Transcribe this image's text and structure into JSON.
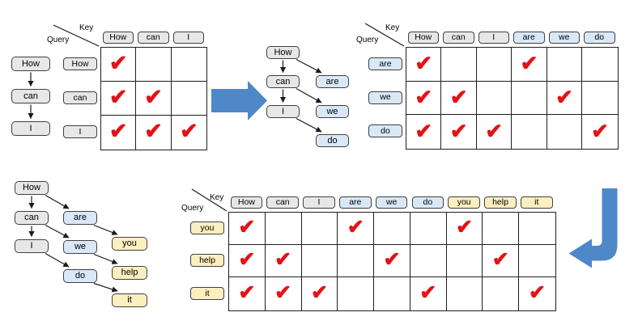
{
  "labels": {
    "key": "Key",
    "query": "Query",
    "check_icon": "✔"
  },
  "colors": {
    "token_gray_fill": "#e7e7e7",
    "token_blue_fill": "#d9e8f7",
    "token_yellow_fill": "#fdeec0",
    "token_border": "#404040",
    "grid_line": "#1f1f1f",
    "check_red": "#e31219",
    "flow_arrow_blue": "#4f88c9",
    "connector_black": "#1a1a1a"
  },
  "chains": [
    {
      "name": "prompt-chain",
      "nodes": [
        {
          "id": "c1-How",
          "label": "How",
          "type": "gray"
        },
        {
          "id": "c1-can",
          "label": "can",
          "type": "gray"
        },
        {
          "id": "c1-I",
          "label": "I",
          "type": "gray"
        }
      ],
      "edges": [
        [
          "c1-How",
          "c1-can"
        ],
        [
          "c1-can",
          "c1-I"
        ]
      ]
    },
    {
      "name": "draft-chain",
      "nodes": [
        {
          "id": "c2-How",
          "label": "How",
          "type": "gray"
        },
        {
          "id": "c2-can",
          "label": "can",
          "type": "gray"
        },
        {
          "id": "c2-I",
          "label": "I",
          "type": "gray"
        },
        {
          "id": "c2-are",
          "label": "are",
          "type": "blue"
        },
        {
          "id": "c2-we",
          "label": "we",
          "type": "blue"
        },
        {
          "id": "c2-do",
          "label": "do",
          "type": "blue"
        }
      ],
      "edges": [
        [
          "c2-How",
          "c2-can"
        ],
        [
          "c2-can",
          "c2-I"
        ],
        [
          "c2-How",
          "c2-are"
        ],
        [
          "c2-can",
          "c2-we"
        ],
        [
          "c2-I",
          "c2-do"
        ]
      ]
    },
    {
      "name": "extended-chain",
      "nodes": [
        {
          "id": "c3-How",
          "label": "How",
          "type": "gray"
        },
        {
          "id": "c3-can",
          "label": "can",
          "type": "gray"
        },
        {
          "id": "c3-I",
          "label": "I",
          "type": "gray"
        },
        {
          "id": "c3-are",
          "label": "are",
          "type": "blue"
        },
        {
          "id": "c3-we",
          "label": "we",
          "type": "blue"
        },
        {
          "id": "c3-do",
          "label": "do",
          "type": "blue"
        },
        {
          "id": "c3-you",
          "label": "you",
          "type": "yellow"
        },
        {
          "id": "c3-help",
          "label": "help",
          "type": "yellow"
        },
        {
          "id": "c3-it",
          "label": "it",
          "type": "yellow"
        }
      ],
      "edges": [
        [
          "c3-How",
          "c3-can"
        ],
        [
          "c3-can",
          "c3-I"
        ],
        [
          "c3-How",
          "c3-are"
        ],
        [
          "c3-can",
          "c3-we"
        ],
        [
          "c3-I",
          "c3-do"
        ],
        [
          "c3-are",
          "c3-you"
        ],
        [
          "c3-we",
          "c3-help"
        ],
        [
          "c3-do",
          "c3-it"
        ]
      ]
    }
  ],
  "matrices": [
    {
      "name": "attention-mask-3x3",
      "columns": [
        {
          "label": "How",
          "type": "gray"
        },
        {
          "label": "can",
          "type": "gray"
        },
        {
          "label": "I",
          "type": "gray"
        }
      ],
      "rows": [
        {
          "label": "How",
          "type": "gray",
          "checks": [
            1,
            0,
            0
          ]
        },
        {
          "label": "can",
          "type": "gray",
          "checks": [
            1,
            1,
            0
          ]
        },
        {
          "label": "I",
          "type": "gray",
          "checks": [
            1,
            1,
            1
          ]
        }
      ]
    },
    {
      "name": "attention-mask-6col",
      "columns": [
        {
          "label": "How",
          "type": "gray"
        },
        {
          "label": "can",
          "type": "gray"
        },
        {
          "label": "I",
          "type": "gray"
        },
        {
          "label": "are",
          "type": "blue"
        },
        {
          "label": "we",
          "type": "blue"
        },
        {
          "label": "do",
          "type": "blue"
        }
      ],
      "rows": [
        {
          "label": "are",
          "type": "blue",
          "checks": [
            1,
            0,
            0,
            1,
            0,
            0
          ]
        },
        {
          "label": "we",
          "type": "blue",
          "checks": [
            1,
            1,
            0,
            0,
            1,
            0
          ]
        },
        {
          "label": "do",
          "type": "blue",
          "checks": [
            1,
            1,
            1,
            0,
            0,
            1
          ]
        }
      ]
    },
    {
      "name": "attention-mask-9col",
      "columns": [
        {
          "label": "How",
          "type": "gray"
        },
        {
          "label": "can",
          "type": "gray"
        },
        {
          "label": "I",
          "type": "gray"
        },
        {
          "label": "are",
          "type": "blue"
        },
        {
          "label": "we",
          "type": "blue"
        },
        {
          "label": "do",
          "type": "blue"
        },
        {
          "label": "you",
          "type": "yellow"
        },
        {
          "label": "help",
          "type": "yellow"
        },
        {
          "label": "it",
          "type": "yellow"
        }
      ],
      "rows": [
        {
          "label": "you",
          "type": "yellow",
          "checks": [
            1,
            0,
            0,
            1,
            0,
            0,
            1,
            0,
            0
          ]
        },
        {
          "label": "help",
          "type": "yellow",
          "checks": [
            1,
            1,
            0,
            0,
            1,
            0,
            0,
            1,
            0
          ]
        },
        {
          "label": "it",
          "type": "yellow",
          "checks": [
            1,
            1,
            1,
            0,
            0,
            1,
            0,
            0,
            1
          ]
        }
      ]
    }
  ]
}
